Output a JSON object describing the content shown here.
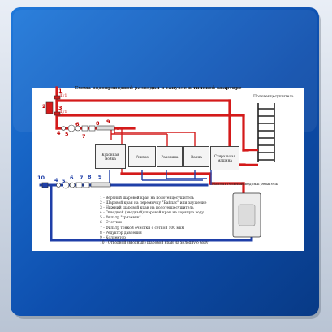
{
  "title": "Схема водопроводной разводки в санузле в типовой квартире",
  "towel_label": "Полотенцесушитель",
  "heater_label": "Накопительный водонагреватель",
  "riser_tags": {
    "cold": "Ду1",
    "hot": "Ду1"
  },
  "numbers": {
    "n1": "1",
    "n2": "2",
    "n3": "3",
    "n4": "4",
    "n5": "5",
    "n6": "6",
    "n7": "7",
    "n8": "8",
    "n9": "9",
    "n10": "10",
    "c4": "4",
    "c5": "5",
    "c6": "6",
    "c7": "7",
    "c8": "8",
    "c9": "9"
  },
  "fixtures": [
    "Кухонная мойка",
    "Унитаз",
    "Раковина",
    "Ванна",
    "Стиральная машина"
  ],
  "legend": [
    "1 - Верхний шаровой кран на полотенцесушитель",
    "2 - Шаровой кран на перемычку \"Байпас\" или заужение",
    "3 - Нижний шаровой кран на полотенцесушитель",
    "4 - Отводной (вводный) шаровой кран на горячую воду",
    "5 - Фильтр \"грязевик\"",
    "6 - Счетчик",
    "7 - Фильтр тонкой очистки с сеткой 100 мкм",
    "8 - Редуктор давления",
    "9 - Коллектор",
    "10 - Отводной (вводный) шаровой кран на холодную воду"
  ],
  "colors": {
    "frame_outer": "#0f4fa8",
    "frame_inner": "#1e6fd0",
    "hot_pipe": "#d41a1a",
    "cold_pipe": "#1f3fa8",
    "paper": "#ffffff"
  }
}
